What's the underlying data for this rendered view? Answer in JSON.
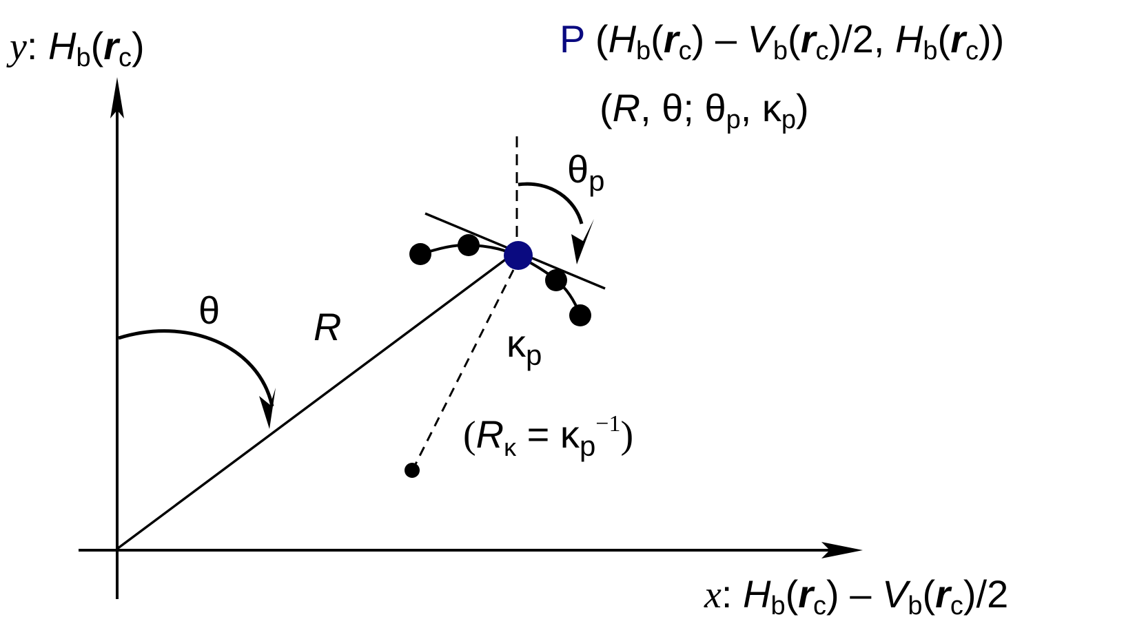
{
  "y_axis_label": {
    "var": "y",
    "sep": ": ",
    "H": "H",
    "b": "b",
    "open": "(",
    "r": "r",
    "c": "c",
    "close": ")"
  },
  "x_axis_label": {
    "var": "x",
    "sep": ": ",
    "H": "H",
    "b1": "b",
    "open1": "(",
    "r1": "r",
    "c1": "c",
    "mid": ") – ",
    "V": "V",
    "b2": "b",
    "open2": "(",
    "r2": "r",
    "c2": "c",
    "tail": ")/2"
  },
  "point_label": {
    "P": "P",
    "line1": {
      "o1": " (",
      "H": "H",
      "b1": "b",
      "o2": "(",
      "r1": "r",
      "c1": "c",
      "m1": ") – ",
      "V": "V",
      "b2": "b",
      "o3": "(",
      "r2": "r",
      "c2": "c",
      "m2": ")/2, ",
      "H2": "H",
      "b3": "b",
      "o4": "(",
      "r3": "r",
      "c3": "c",
      "tail": "))"
    },
    "line2": {
      "open": "(",
      "R": "R",
      "m1": ", θ; θ",
      "p1": "p",
      "m2": ", κ",
      "p2": "p",
      "close": ")"
    }
  },
  "theta_label": "θ",
  "R_label": "R",
  "theta_p_label": {
    "base": "θ",
    "sub": "p"
  },
  "kappa_p_label": {
    "base": "κ",
    "sub": "p"
  },
  "curvature_label": {
    "open": "(",
    "R": "R",
    "sub_k": "κ",
    "eq": " = κ",
    "p": "p",
    "sup": "−1",
    "close": ")"
  },
  "colors": {
    "point_P": "#0a0a80",
    "ink": "#000000"
  }
}
